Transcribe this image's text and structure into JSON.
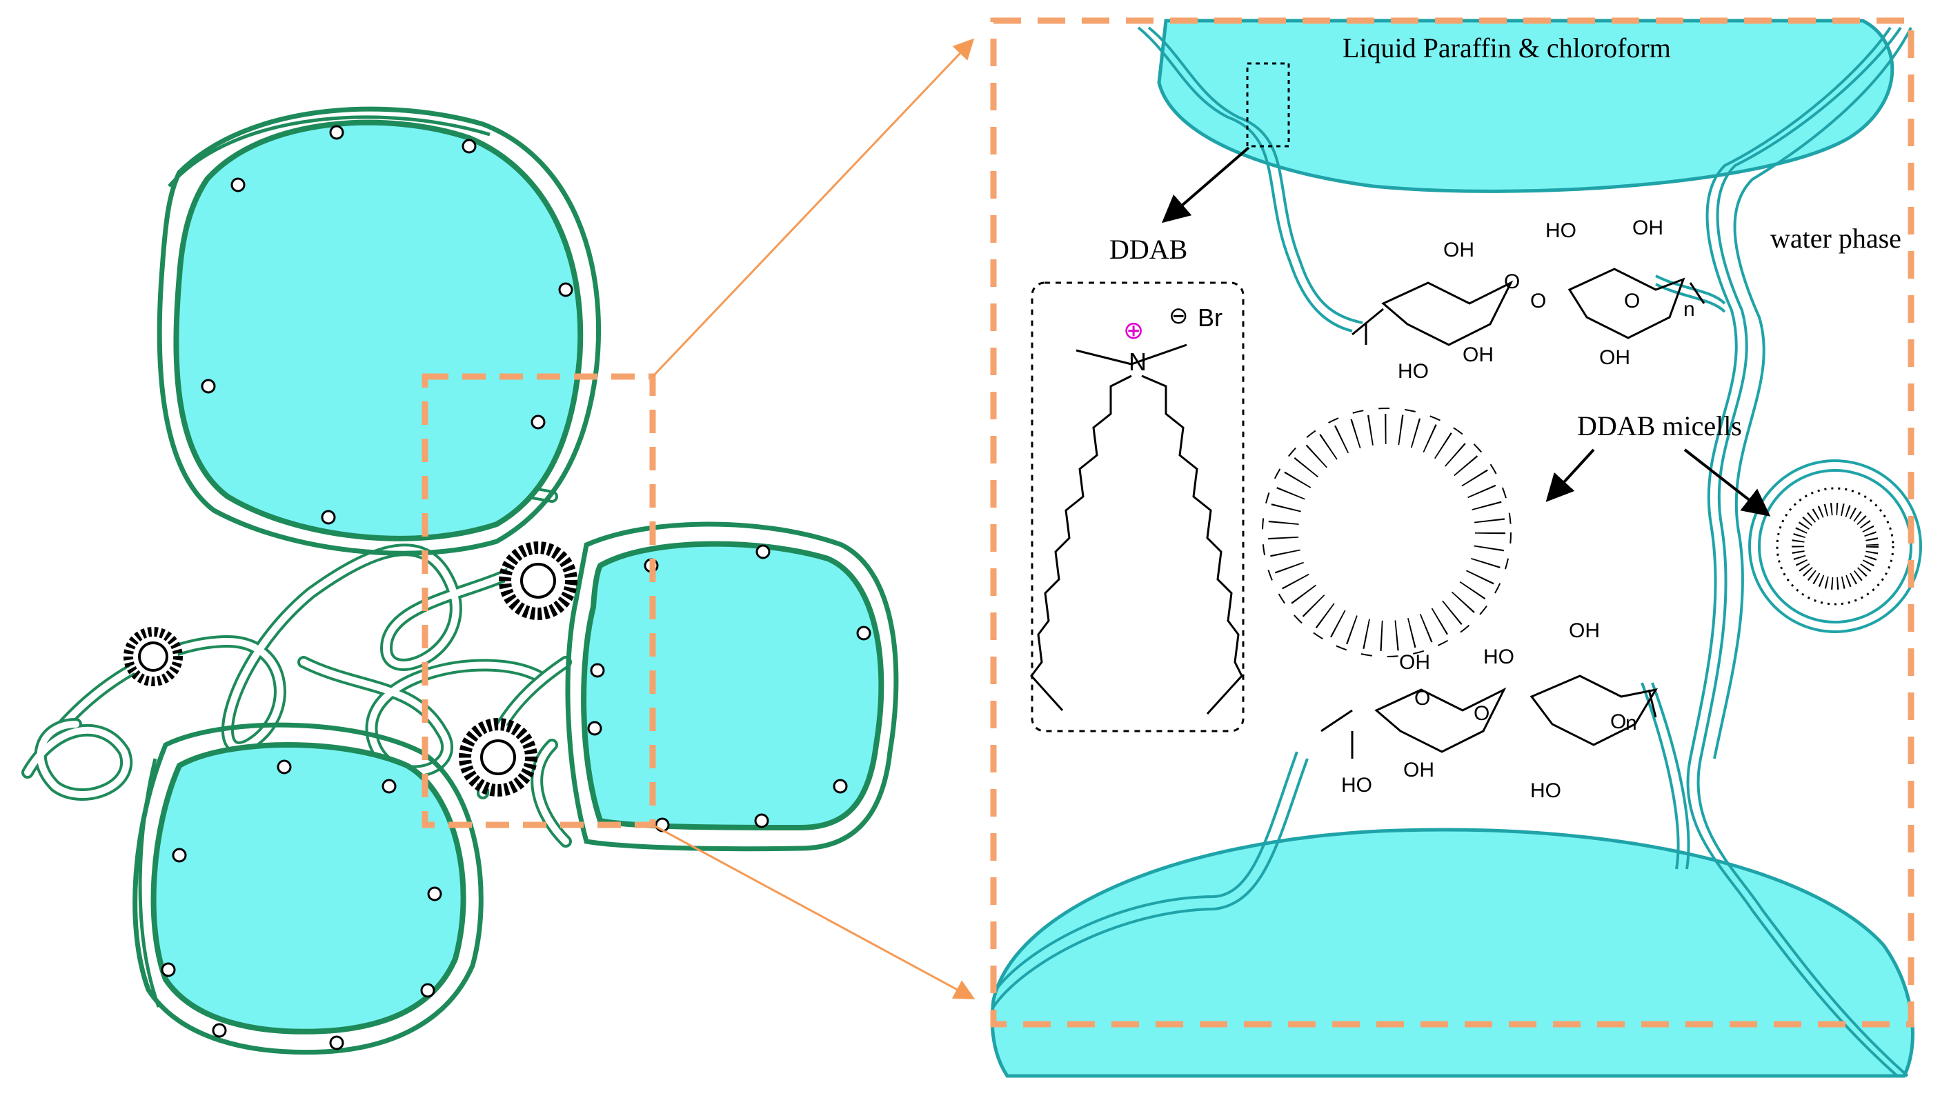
{
  "labels": {
    "oil_phase": "Liquid Paraffin & chloroform",
    "water_phase": "water phase",
    "ddab": "DDAB",
    "micelles": "DDAB micells"
  },
  "structure": {
    "nitrogen": "N",
    "bromide": "Br",
    "plus_sign": "⊕",
    "minus_sign": "⊖",
    "hydroxyl": "OH",
    "hydroxyl_rev": "HO",
    "ring_oxygen": "O",
    "repeat_n": "n"
  },
  "colors": {
    "droplet_fill": "#7af3f3",
    "droplet_fill_light": "#9ff7f7",
    "network_green": "#1e8a5a",
    "network_teal": "#1fa3a8",
    "zoom_box": "#f5a36e",
    "zoom_arrow": "#f59a55",
    "cation_magenta": "#e000d0"
  }
}
